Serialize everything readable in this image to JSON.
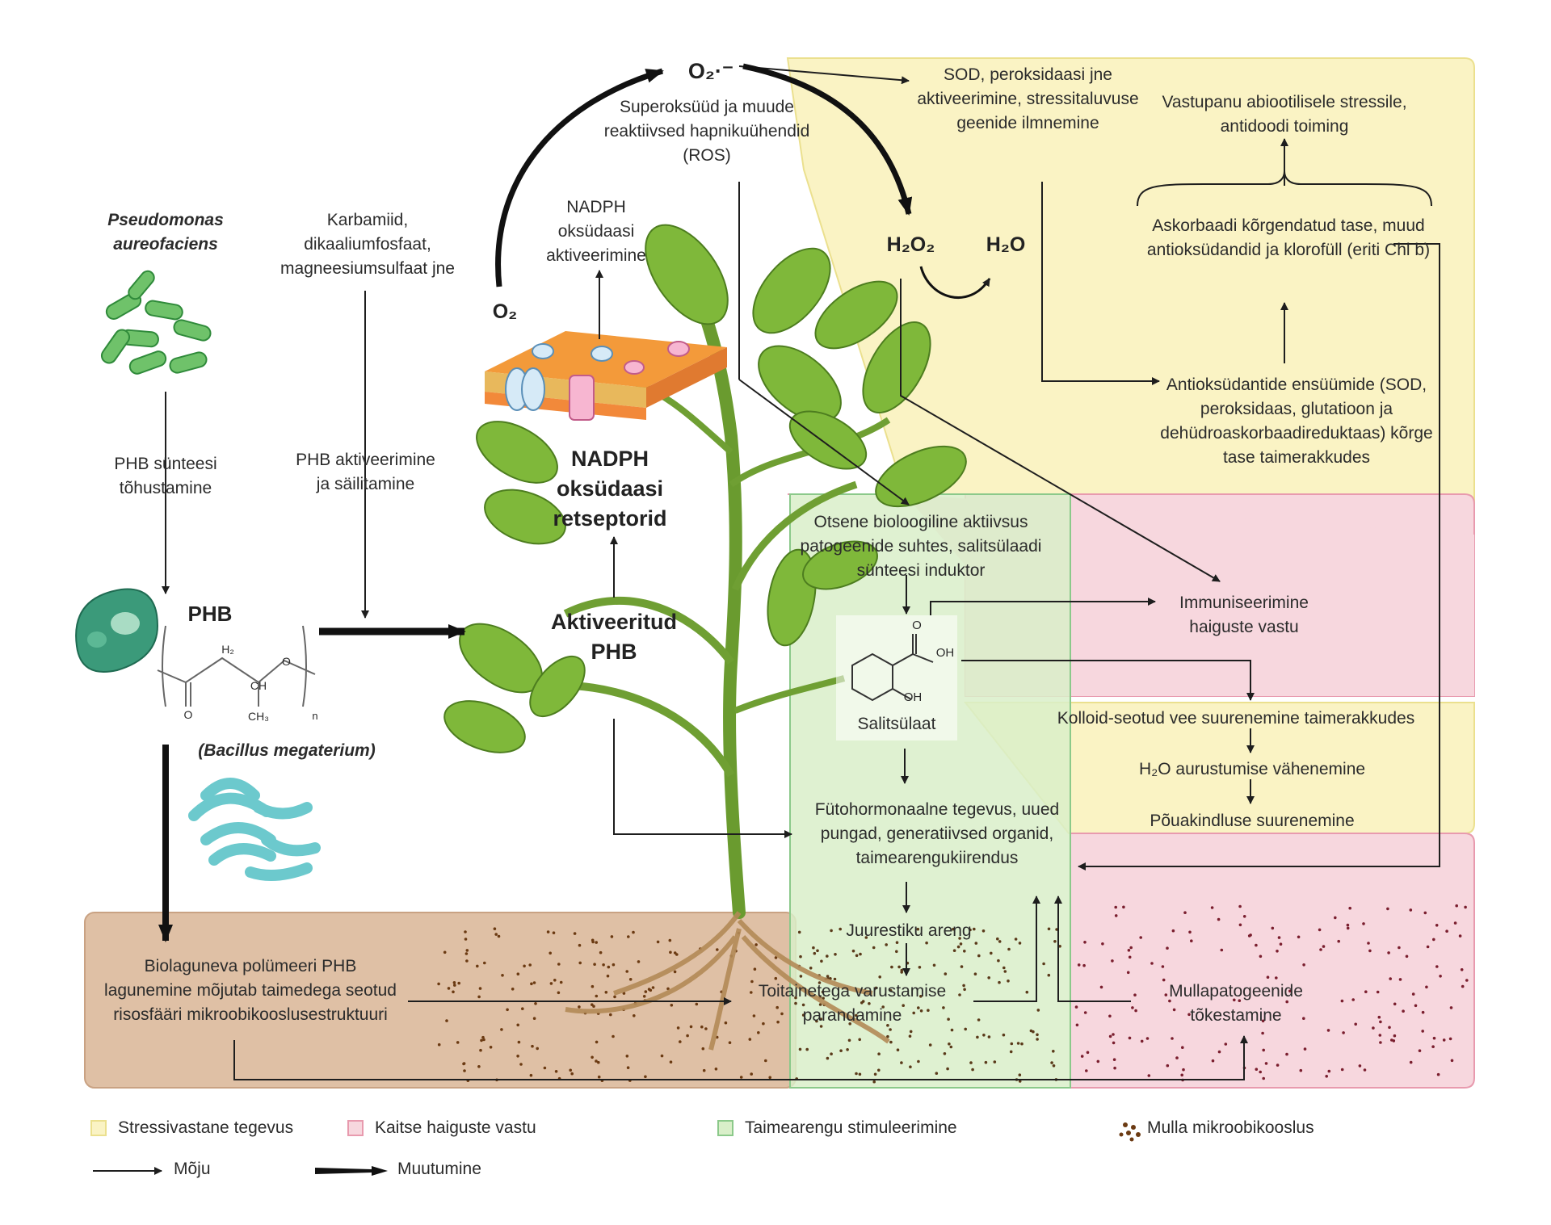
{
  "legend": {
    "stress": "Stressivastane tegevus",
    "disease": "Kaitse haiguste vastu",
    "growth": "Taimearengu stimuleerimine",
    "soil": "Mulla mikroobikooslus",
    "effect": "Mõju",
    "transform": "Muutumine"
  },
  "colors": {
    "stress_fill": "#faf3c4",
    "disease_fill": "#f7d7de",
    "growth_fill": "#d9efc9",
    "soil_fill": "#dfc0a5",
    "disease_border": "#e89aae",
    "growth_border": "#8bc98a",
    "stress_border": "#ebe08e"
  },
  "labels": {
    "pseudomonas": "Pseudomonas aureofaciens",
    "phb_synth": "PHB sünteesi tõhustamine",
    "phb": "PHB",
    "bacillus": "(Bacillus megaterium)",
    "karbamiid": "Karbamiid, dikaaliumfosfaat, magneesiumsulfaat jne",
    "phb_activation": "PHB aktiveerimine ja säilitamine",
    "activated_phb": "Aktiveeritud PHB",
    "o2": "O₂",
    "superoxide_symbol": "O₂·⁻",
    "superoxide": "Superoksüüd ja muude reaktiivsed hapnikuühendid (ROS)",
    "nadph_activation": "NADPH oksüdaasi aktiveerimine",
    "nadph_receptors": "NADPH oksüdaasi retseptorid",
    "sod": "SOD, peroksidaasi jne aktiveerimine, stressitaluvuse geenide ilmnemine",
    "h2o2": "H₂O₂",
    "h2o": "H₂O",
    "resistance": "Vastupanu abiootilisele stressile, antidoodi toiming",
    "ascorbate": "Askorbaadi kõrgendatud tase, muud antioksüdandid ja klorofüll (eriti Chl b)",
    "antioxidant_enzymes": "Antioksüdantide ensüümide (SOD, peroksidaas, glutatioon ja dehüdroaskorbaadireduktaas) kõrge tase taimerakkudes",
    "direct_activity": "Otsene bioloogiline aktiivsus patogeenide suhtes, salitsülaadi sünteesi induktor",
    "immunization": "Immuniseerimine haiguste vastu",
    "salicylate": "Salitsülaat",
    "colloid": "Kolloid-seotud vee suurenemine taimerakkudes",
    "evaporation": "H₂O aurustumise vähenemine",
    "drought": "Põuakindluse suurenemine",
    "phytohormonal": "Fütohormonaalne tegevus, uued pungad, generatiivsed organid, taimearengukiirendus",
    "root": "Juurestiku areng",
    "nutrients": "Toitainetega varustamise parandamine",
    "soil_pathogens": "Mullapatogeenide tõkestamine",
    "biodegradable": "Biolaguneva polümeeri PHB lagunemine mõjutab taimedega seotud risosfääri mikroobikooslusestruktuuri",
    "chem_oh": "OH",
    "chem_oh2": "OH",
    "chem_o": "O",
    "chem_h2": "H₂",
    "chem_ch": "CH",
    "chem_ch3": "CH₃",
    "chem_o2": "O",
    "chem_n": "n"
  }
}
